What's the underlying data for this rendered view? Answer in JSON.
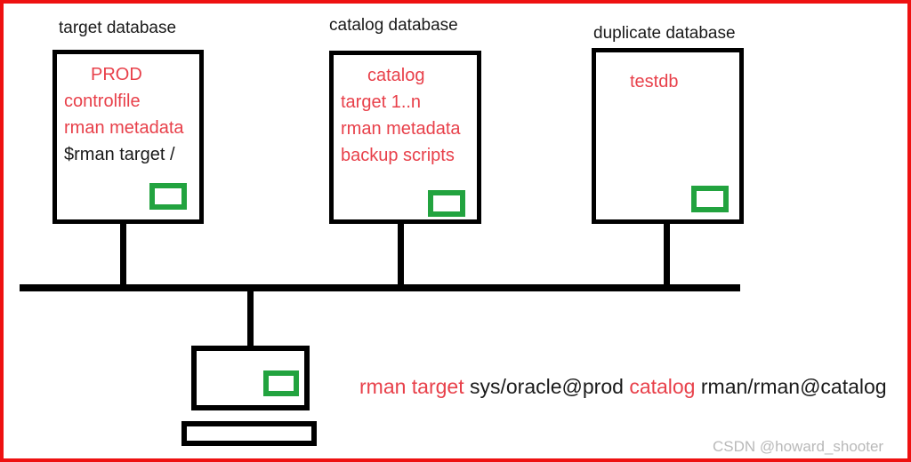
{
  "diagram": {
    "title_target": "target database",
    "title_catalog": "catalog database",
    "title_duplicate": "duplicate database",
    "colors": {
      "red_text": "#e8404a",
      "black": "#1a1a1a",
      "green_accent": "#22a33f",
      "border_frame": "#ee1111"
    },
    "boxes": [
      {
        "name": "target-database",
        "heading": "target database",
        "lines": [
          {
            "text": "PROD",
            "color": "red",
            "indent": true
          },
          {
            "text": "controlfile",
            "color": "red",
            "indent": false
          },
          {
            "text": "rman metadata",
            "color": "red",
            "indent": false
          },
          {
            "text": "$rman target /",
            "color": "black",
            "indent": false
          }
        ]
      },
      {
        "name": "catalog-database",
        "heading": "catalog database",
        "lines": [
          {
            "text": "catalog",
            "color": "red",
            "indent": true
          },
          {
            "text": "target 1..n",
            "color": "red",
            "indent": false
          },
          {
            "text": "rman metadata",
            "color": "red",
            "indent": false
          },
          {
            "text": "backup scripts",
            "color": "red",
            "indent": false
          }
        ]
      },
      {
        "name": "duplicate-database",
        "heading": "duplicate database",
        "lines": [
          {
            "text": "testdb",
            "color": "red",
            "indent": true
          }
        ]
      }
    ],
    "command": {
      "part1_red": "rman target",
      "part2_black": "sys/oracle@prod",
      "part3_red": "catalog",
      "part4_black": "rman/rman@catalog",
      "full": "rman target sys/oracle@prod catalog rman/rman@catalog"
    },
    "watermark": "CSDN @howard_shooter"
  }
}
